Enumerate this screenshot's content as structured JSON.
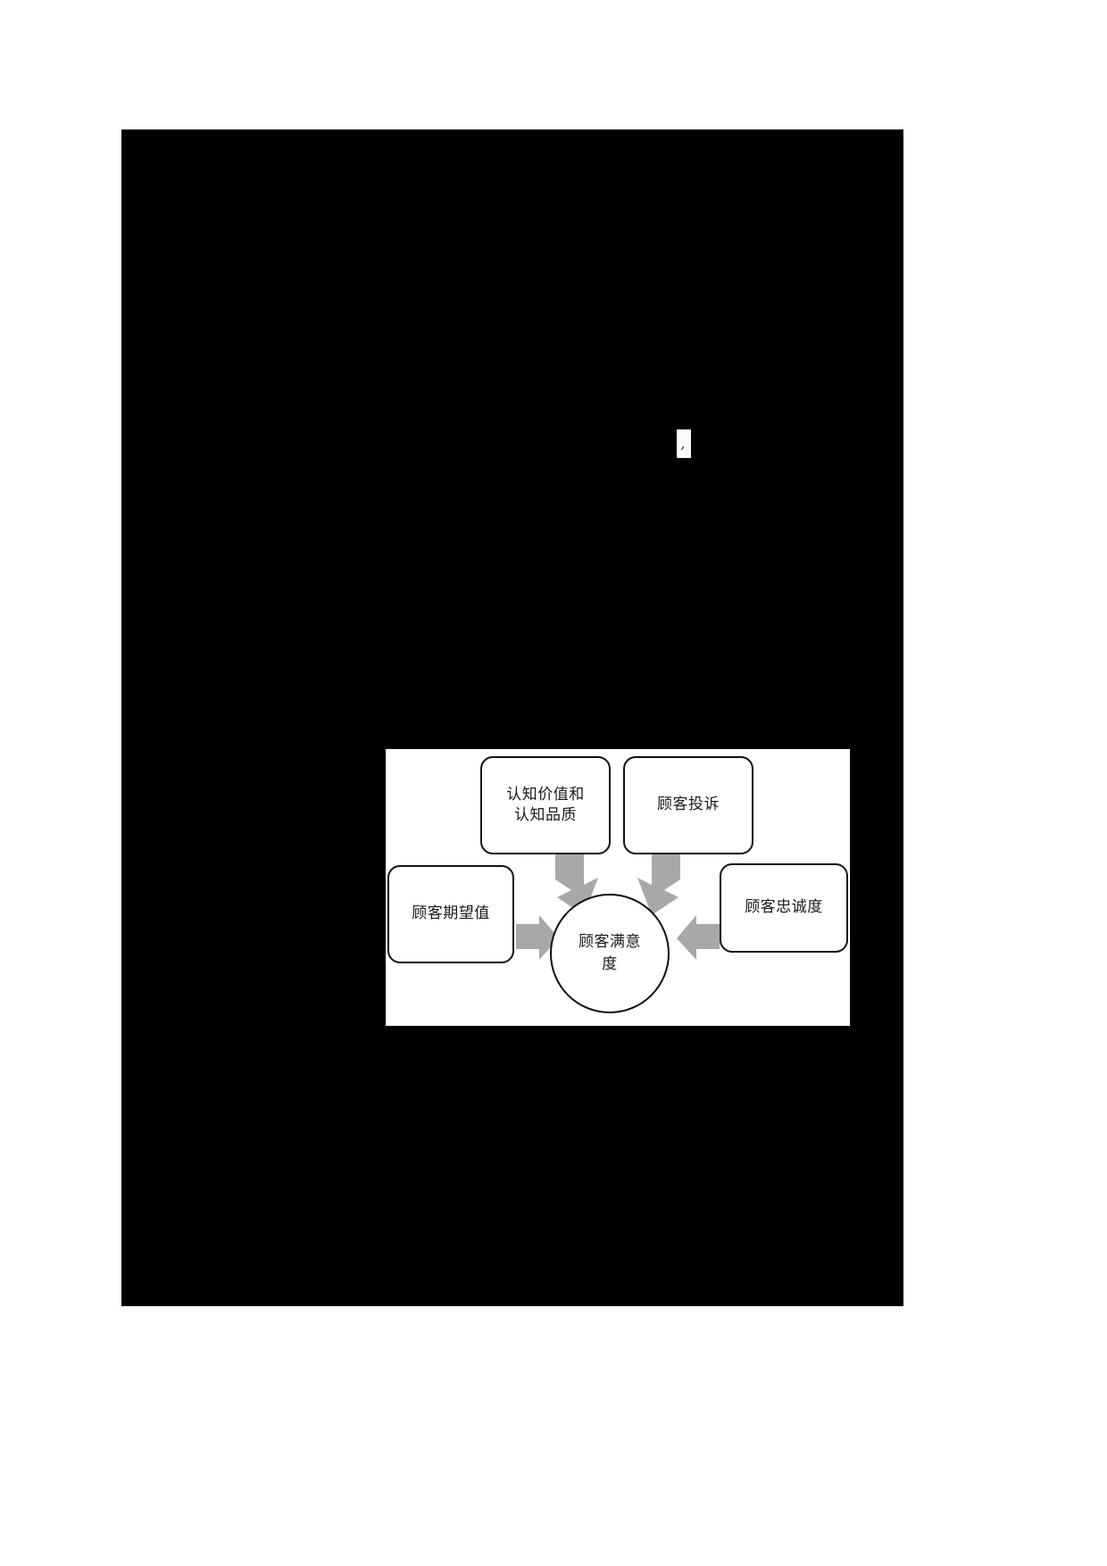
{
  "page": {
    "background_color": "#ffffff",
    "sheet_color": "#000000"
  },
  "stray_mark": {
    "glyph": ",",
    "name": "stray-comma-mark"
  },
  "diagram": {
    "title": "",
    "background_color": "#ffffff",
    "border_color": "#111111",
    "arrow_color": "#a6a6a6",
    "center": {
      "id": "customer-satisfaction",
      "label": "顾客满意\n度",
      "shape": "circle"
    },
    "nodes": [
      {
        "id": "perceived-value-quality",
        "label": "认知价值和\n认知品质",
        "shape": "rounded-rect",
        "position": "top-left"
      },
      {
        "id": "customer-complaint",
        "label": "顾客投诉",
        "shape": "rounded-rect",
        "position": "top-right"
      },
      {
        "id": "customer-expectation",
        "label": "顾客期望值",
        "shape": "rounded-rect",
        "position": "left"
      },
      {
        "id": "customer-loyalty",
        "label": "顾客忠诚度",
        "shape": "rounded-rect",
        "position": "right"
      }
    ],
    "arrows": [
      {
        "from": "perceived-value-quality",
        "to": "customer-satisfaction"
      },
      {
        "from": "customer-complaint",
        "to": "customer-satisfaction"
      },
      {
        "from": "customer-expectation",
        "to": "customer-satisfaction"
      },
      {
        "from": "customer-loyalty",
        "to": "customer-satisfaction"
      }
    ]
  }
}
